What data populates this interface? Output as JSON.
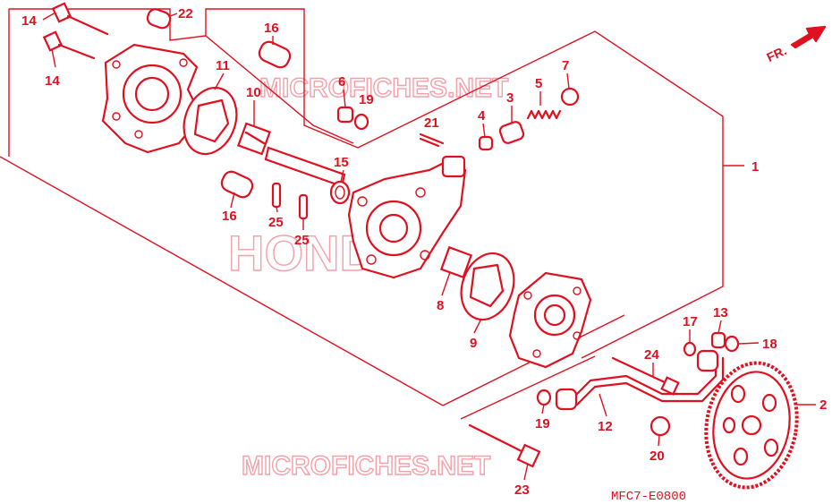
{
  "watermarks": {
    "top": "MICROFICHES.NET",
    "center": "HONDA",
    "bottom": "MICROFICHES.NET"
  },
  "direction": {
    "text": "FR."
  },
  "drawing_code": "MFC7-E0800",
  "labels": [
    {
      "id": "l14a",
      "text": "14"
    },
    {
      "id": "l22",
      "text": "22"
    },
    {
      "id": "l16a",
      "text": "16"
    },
    {
      "id": "l14b",
      "text": "14"
    },
    {
      "id": "l11",
      "text": "11"
    },
    {
      "id": "l10",
      "text": "10"
    },
    {
      "id": "l6",
      "text": "6"
    },
    {
      "id": "l19a",
      "text": "19"
    },
    {
      "id": "l4",
      "text": "4"
    },
    {
      "id": "l3",
      "text": "3"
    },
    {
      "id": "l5",
      "text": "5"
    },
    {
      "id": "l7",
      "text": "7"
    },
    {
      "id": "l21",
      "text": "21"
    },
    {
      "id": "l15",
      "text": "15"
    },
    {
      "id": "l1",
      "text": "1"
    },
    {
      "id": "l16b",
      "text": "16"
    },
    {
      "id": "l25a",
      "text": "25"
    },
    {
      "id": "l25b",
      "text": "25"
    },
    {
      "id": "l8",
      "text": "8"
    },
    {
      "id": "l9",
      "text": "9"
    },
    {
      "id": "l17",
      "text": "17"
    },
    {
      "id": "l13",
      "text": "13"
    },
    {
      "id": "l18",
      "text": "18"
    },
    {
      "id": "l24",
      "text": "24"
    },
    {
      "id": "l2",
      "text": "2"
    },
    {
      "id": "l19b",
      "text": "19"
    },
    {
      "id": "l12",
      "text": "12"
    },
    {
      "id": "l20",
      "text": "20"
    },
    {
      "id": "l23",
      "text": "23"
    }
  ]
}
